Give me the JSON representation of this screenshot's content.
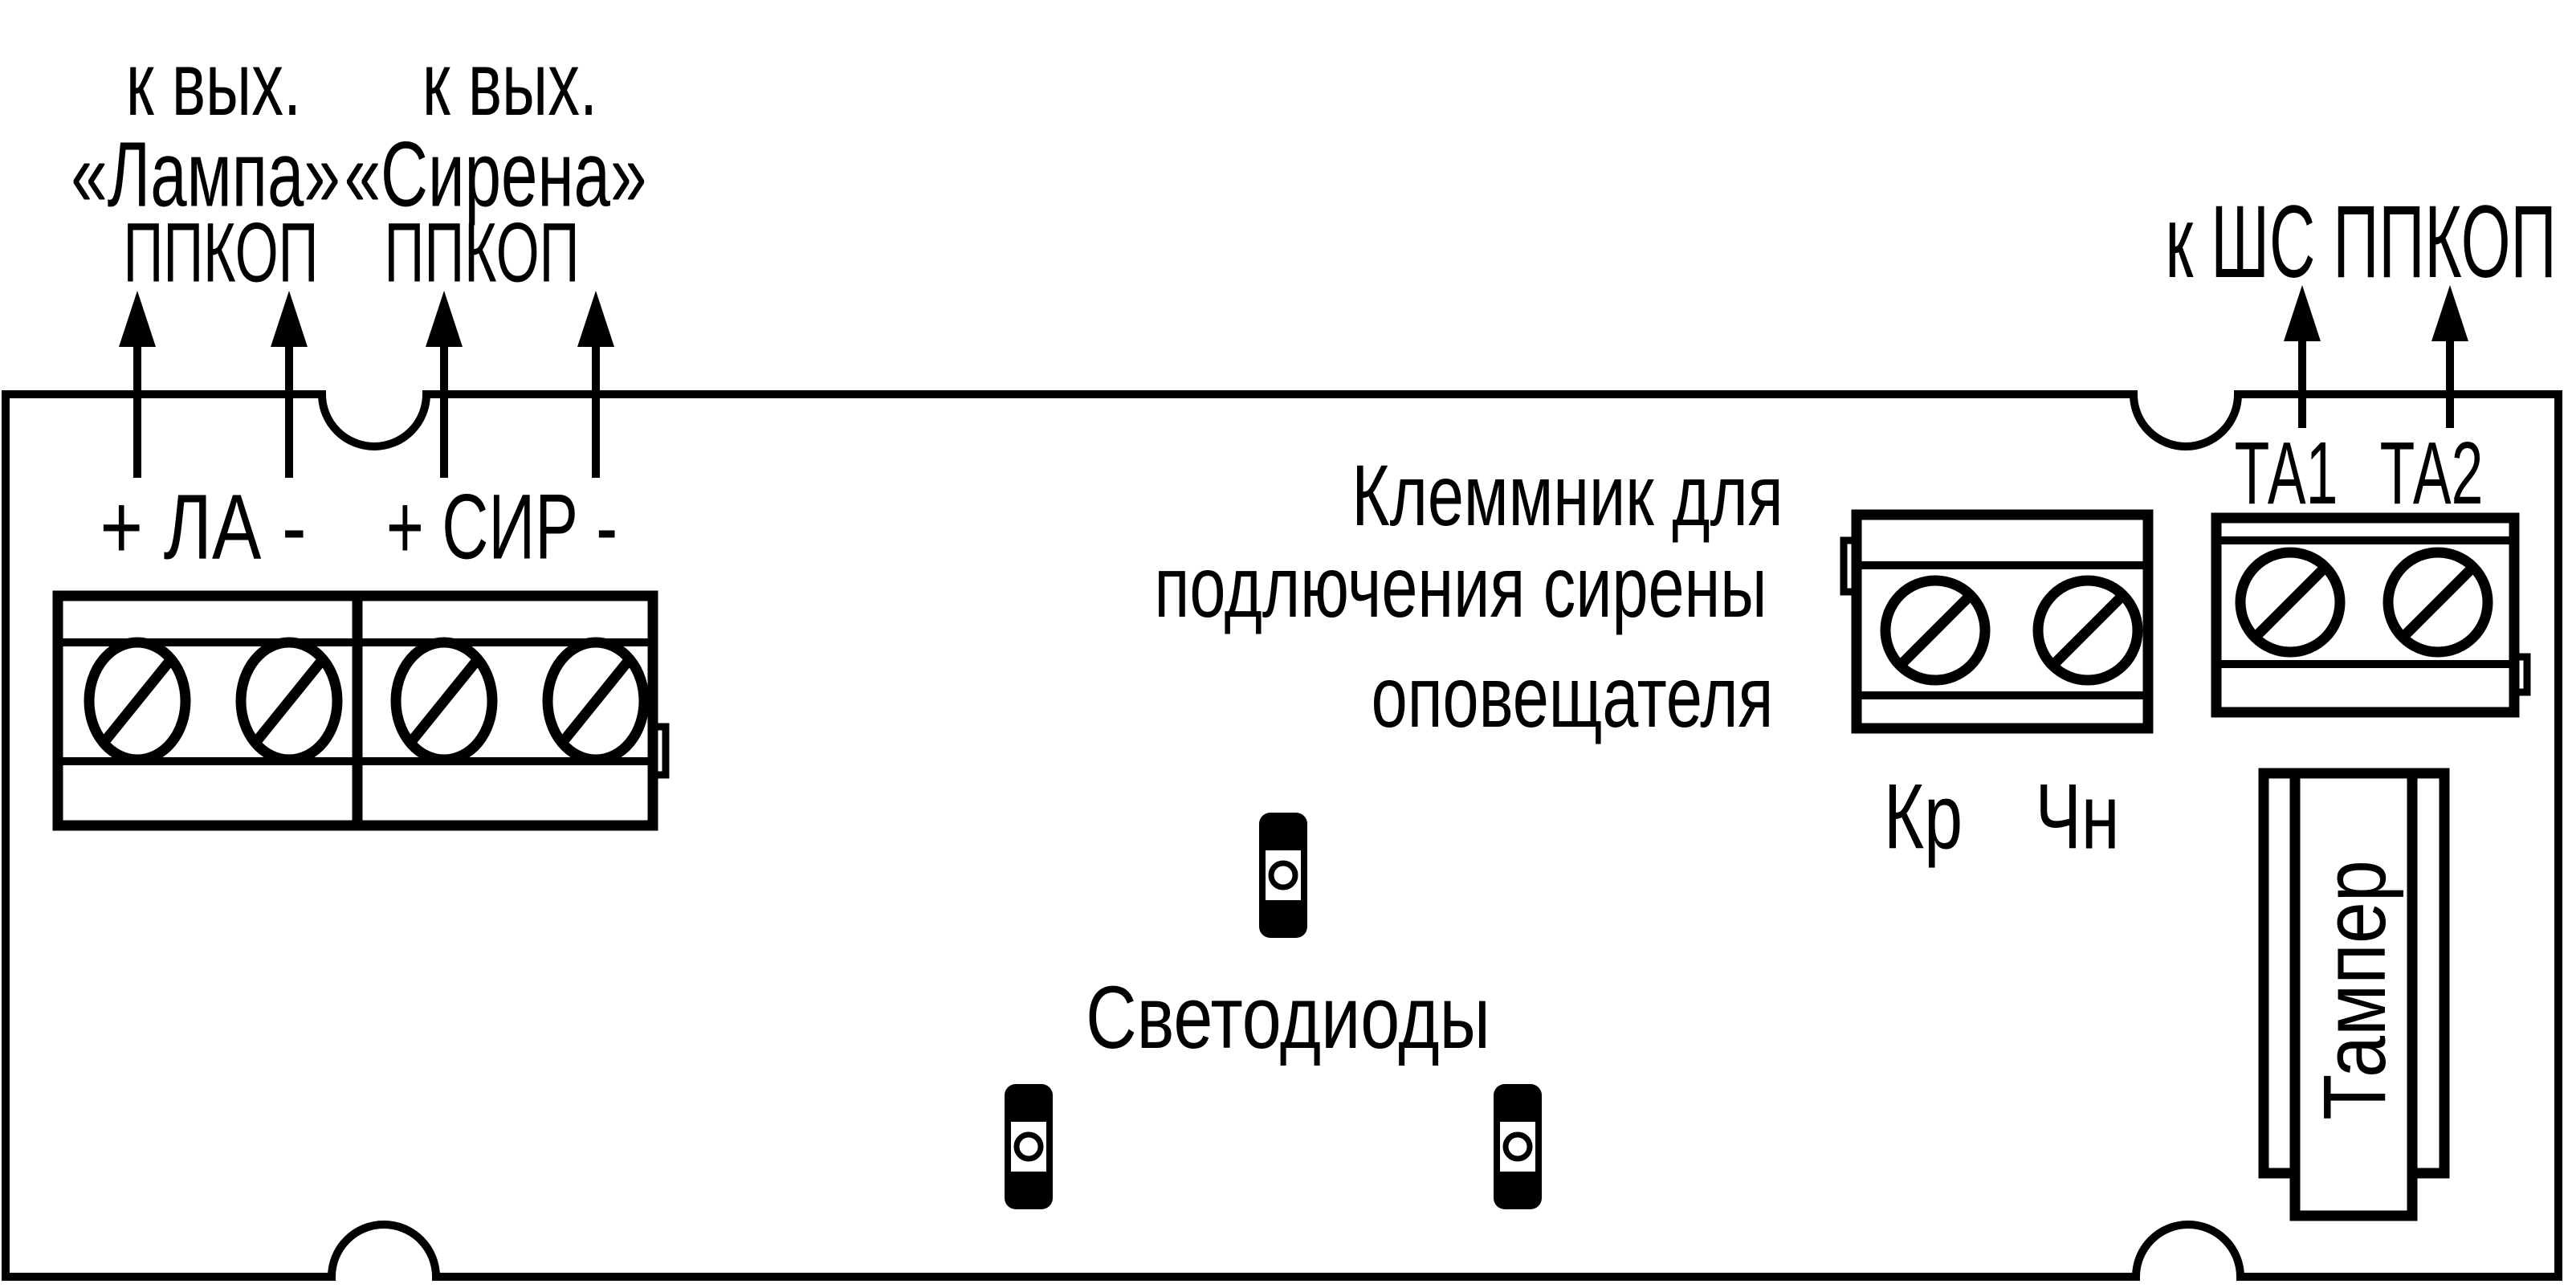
{
  "colors": {
    "ink": "#000000",
    "background": "#ffffff"
  },
  "outputs_header": {
    "lamp": {
      "line1": "к вых.",
      "line2": "«Лампа»",
      "line3": "ППКОП"
    },
    "siren": {
      "line1": "к вых.",
      "line2": "«Сирена»",
      "line3": "ППКОП"
    }
  },
  "board": {
    "la_terminal_label": "+ ЛА -",
    "sir_terminal_label": "+ СИР -",
    "siren_connector_note": {
      "line1": "Клеммник для",
      "line2": "подлючения сирены",
      "line3": "оповещателя"
    },
    "wire_labels": {
      "red": "Кр",
      "black": "Чн"
    },
    "leds_label": "Светодиоды",
    "shs_header": "к ШС ППКОП",
    "ta_labels": {
      "ta1": "ТА1",
      "ta2": "ТА2"
    },
    "tamper_label": "Тампер"
  }
}
